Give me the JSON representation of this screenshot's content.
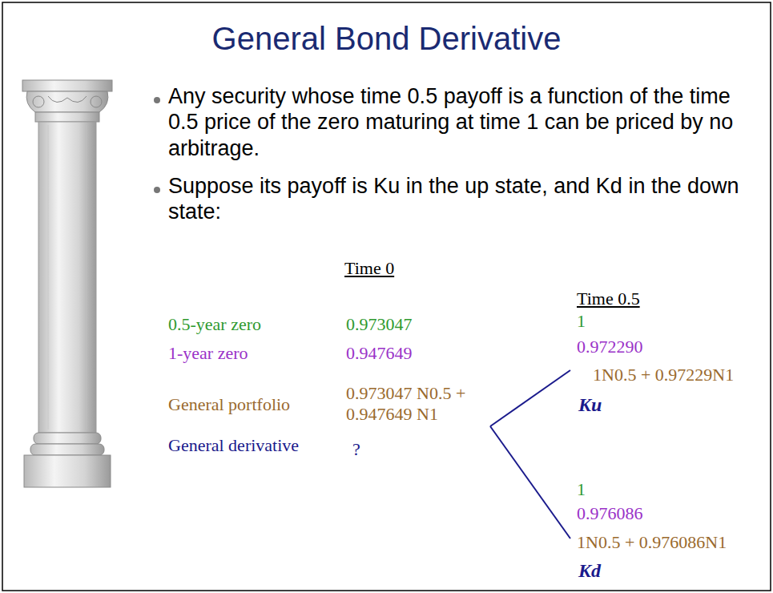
{
  "diagram": {
    "title": "General Bond Derivative",
    "labels": [
      "Any security whose time 0.5 payoff is a function of the time 0.5 price of the zero maturing at time 1 can be priced by no arbitrage.",
      "Suppose its payoff is Ku in the up state, and Kd in the down state:",
      "Time 0",
      "Time 0.5",
      "1",
      "0.5-year zero",
      "0.973047",
      "0.972290",
      "1-year zero",
      "0.947649",
      "1N0.5 + 0.97229N1",
      "General portfolio",
      "0.973047 N0.5 + 0.947649 N1",
      "Ku",
      "General derivative",
      "?",
      "1",
      "0.976086",
      "1N0.5 + 0.976086N1",
      "Kd"
    ]
  }
}
